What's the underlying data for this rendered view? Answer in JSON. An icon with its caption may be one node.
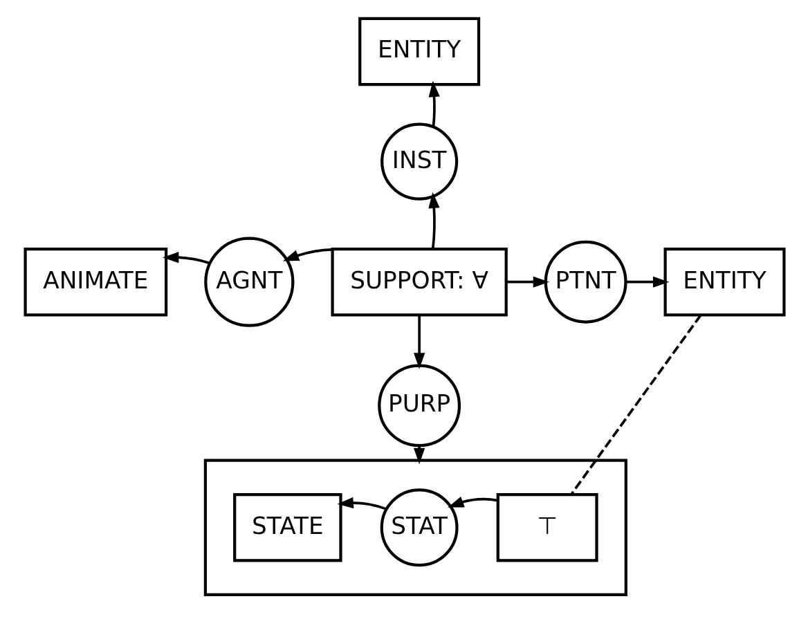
{
  "diagram": {
    "nodes": [
      {
        "text": [
          "ENTITY"
        ]
      },
      {
        "text": [
          "INST"
        ]
      },
      {
        "text": [
          "ANIMATE"
        ]
      },
      {
        "text": [
          "AGNT"
        ]
      },
      {
        "text": [
          "SUPPORT: ∀"
        ]
      },
      {
        "text": [
          "PTNT"
        ]
      },
      {
        "text": [
          "ENTITY"
        ]
      },
      {
        "text": [
          "PURP"
        ]
      },
      {
        "text": [],
        "shape": "box"
      },
      {
        "text": [
          "STATE"
        ],
        "in": 8
      },
      {
        "text": [
          "STAT"
        ],
        "in": 8
      },
      {
        "text": [
          "⊤"
        ],
        "in": 8
      }
    ],
    "edges": [
      {
        "from": 4,
        "to": 1,
        "arrow": "to"
      },
      {
        "from": 1,
        "to": 0,
        "arrow": "to"
      },
      {
        "from": 4,
        "to": 3,
        "arrow": "to"
      },
      {
        "from": 3,
        "to": 2,
        "arrow": "to"
      },
      {
        "from": 4,
        "to": 5,
        "arrow": "to"
      },
      {
        "from": 5,
        "to": 6,
        "arrow": "to"
      },
      {
        "from": 4,
        "to": 7,
        "arrow": "to"
      },
      {
        "from": 7,
        "to": 8,
        "arrow": "to"
      },
      {
        "from": 11,
        "to": 10,
        "arrow": "to"
      },
      {
        "from": 10,
        "to": 9,
        "arrow": "to"
      },
      {
        "from": 6,
        "to": 11,
        "arrow": "none",
        "style": "dashed"
      }
    ]
  }
}
